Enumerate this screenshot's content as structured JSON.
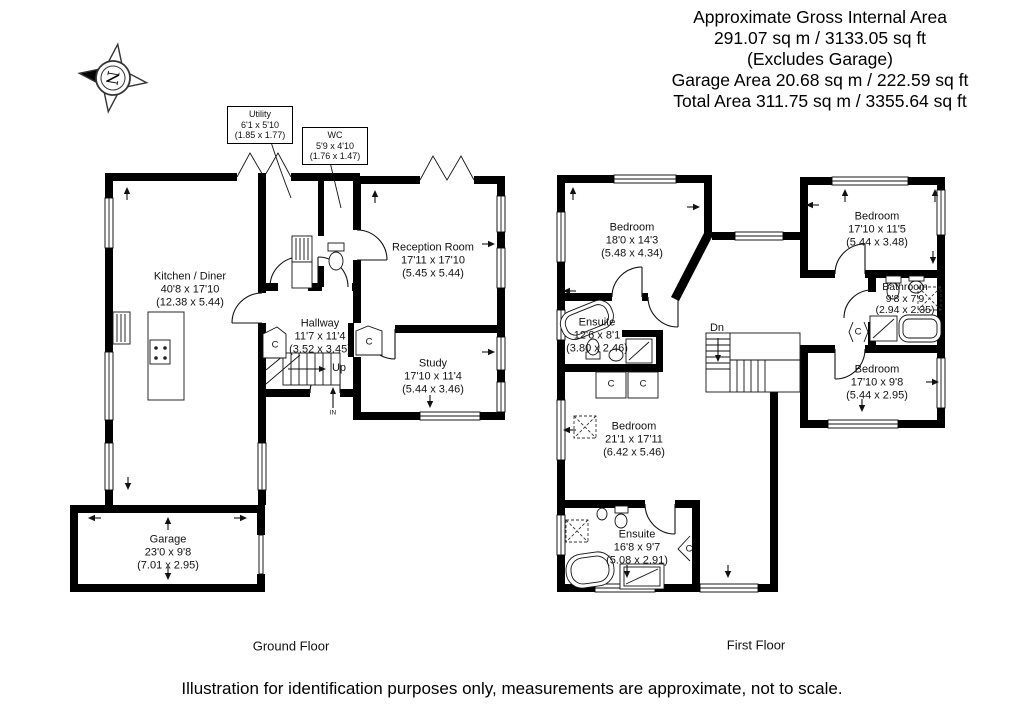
{
  "header": {
    "line1": "Approximate Gross Internal Area",
    "line2": "291.07 sq m / 3133.05 sq ft",
    "line3": "(Excludes Garage)",
    "line4": "Garage Area 20.68 sq m / 222.59 sq ft",
    "line5": "Total Area 311.75 sq m / 3355.64 sq ft"
  },
  "compass": {
    "letter": "N"
  },
  "ground_floor": {
    "label": "Ground Floor",
    "rooms": {
      "utility": {
        "name": "Utility",
        "imperial": "6'1 x 5'10",
        "metric": "(1.85 x 1.77)"
      },
      "wc": {
        "name": "WC",
        "imperial": "5'9 x 4'10",
        "metric": "(1.76 x 1.47)"
      },
      "kitchen": {
        "name": "Kitchen / Diner",
        "imperial": "40'8 x 17'10",
        "metric": "(12.38 x 5.44)"
      },
      "reception": {
        "name": "Reception Room",
        "imperial": "17'11 x 17'10",
        "metric": "(5.45 x 5.44)"
      },
      "hallway": {
        "name": "Hallway",
        "imperial": "11'7 x 11'4",
        "metric": "(3.52 x 3.45)"
      },
      "study": {
        "name": "Study",
        "imperial": "17'10 x 11'4",
        "metric": "(5.44 x 3.46)"
      },
      "garage": {
        "name": "Garage",
        "imperial": "23'0 x 9'8",
        "metric": "(7.01 x 2.95)"
      }
    },
    "annotations": {
      "up": "Up",
      "entry": "IN",
      "closet": "C"
    }
  },
  "first_floor": {
    "label": "First Floor",
    "rooms": {
      "bedroom1": {
        "name": "Bedroom",
        "imperial": "18'0 x 14'3",
        "metric": "(5.48 x 4.34)"
      },
      "bedroom2": {
        "name": "Bedroom",
        "imperial": "17'10 x 11'5",
        "metric": "(5.44 x 3.48)"
      },
      "bathroom": {
        "name": "Bathroom",
        "imperial": "9'8 x 7'9",
        "metric": "(2.94 x 2.35)"
      },
      "ensuite1": {
        "name": "Ensuite",
        "imperial": "12'6 x 8'1",
        "metric": "(3.80 x 2.46)"
      },
      "bedroom3": {
        "name": "Bedroom",
        "imperial": "17'10 x 9'8",
        "metric": "(5.44 x 2.95)"
      },
      "bedroom4": {
        "name": "Bedroom",
        "imperial": "21'1 x 17'11",
        "metric": "(6.42 x 5.46)"
      },
      "ensuite2": {
        "name": "Ensuite",
        "imperial": "16'8 x 9'7",
        "metric": "(5.08 x 2.91)"
      }
    },
    "annotations": {
      "dn": "Dn",
      "closet": "C"
    }
  },
  "footer": {
    "disclaimer": "Illustration for identification purposes only, measurements are approximate, not to scale."
  }
}
